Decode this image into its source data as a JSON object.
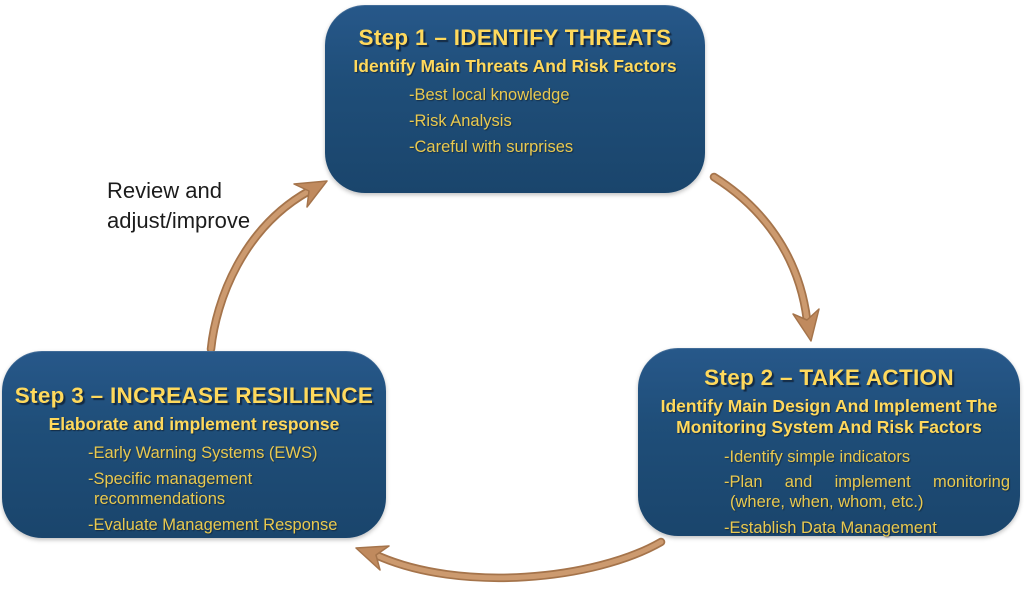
{
  "colors": {
    "background": "#FFFFFF",
    "box_blue": "#1F4E79",
    "box_blue_light": "#27588A",
    "box_blue_dark": "#1A456C",
    "title_yellow": "#FFD95C",
    "body_yellow": "#E9C94F",
    "arrow_tan": "#C08A5E",
    "arrow_tan_dark": "#A5744B",
    "arrow_tan_light": "#CC9A6F",
    "label_black": "#1C1C1C"
  },
  "steps": [
    {
      "title": "Step 1 – IDENTIFY THREATS",
      "subtitle": "Identify Main Threats And Risk Factors",
      "bullets": [
        "-Best local knowledge",
        "-Risk Analysis",
        "-Careful with surprises"
      ]
    },
    {
      "title": "Step 2 – TAKE ACTION",
      "subtitle": "Identify Main Design And Implement The Monitoring System And Risk Factors",
      "bullets": [
        "-Identify simple indicators",
        "-Plan and implement monitoring (where, when, whom, etc.)",
        "-Establish Data Management"
      ]
    },
    {
      "title": "Step 3 – INCREASE RESILIENCE",
      "subtitle": "Elaborate and implement response",
      "bullets": [
        "-Early Warning Systems (EWS)",
        "-Specific management recommendations",
        "-Evaluate Management Response"
      ]
    }
  ],
  "review_label": {
    "line1": "Review and",
    "line2": "adjust/improve"
  },
  "arrows": [
    {
      "name": "arrow-step3-to-step1"
    },
    {
      "name": "arrow-step1-to-step2"
    },
    {
      "name": "arrow-step2-to-step3"
    }
  ]
}
